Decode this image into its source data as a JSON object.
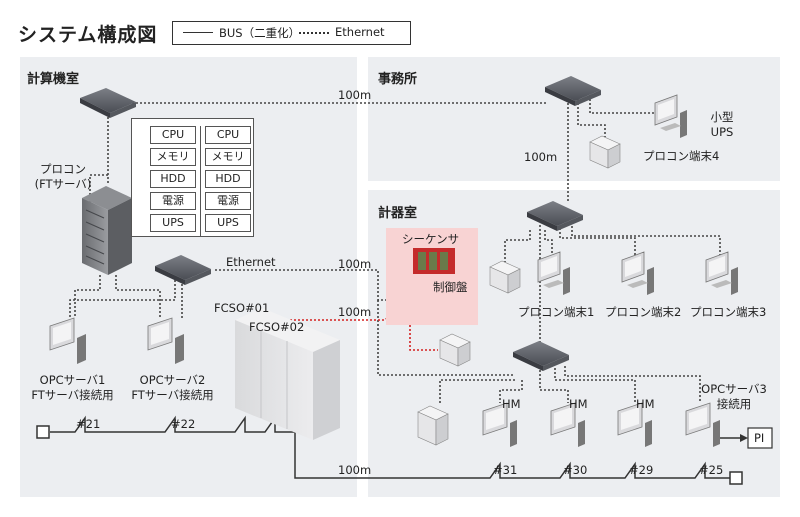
{
  "title": "システム構成図",
  "legend": {
    "bus": "BUS（二重化）",
    "ethernet": "Ethernet"
  },
  "rooms": {
    "computer": "計算機室",
    "office": "事務所",
    "instrument": "計器室"
  },
  "components": {
    "left": [
      "CPU",
      "メモリ",
      "HDD",
      "電源",
      "UPS"
    ],
    "right": [
      "CPU",
      "メモリ",
      "HDD",
      "電源",
      "UPS"
    ]
  },
  "labels": {
    "procon_line1": "プロコン",
    "procon_line2": "(FTサーバ)",
    "ethernet": "Ethernet",
    "link_100m_top": "100m",
    "link_100m_office": "100m",
    "link_100m_eth": "100m",
    "link_100m_seq": "100m",
    "link_100m_bus": "100m",
    "fcso01": "FCSO#01",
    "fcso02": "FCSO#02",
    "sequencer": "シーケンサ",
    "control_panel": "制御盤",
    "small_ups_1": "小型",
    "small_ups_2": "UPS",
    "terminal4": "プロコン端末4",
    "terminal1": "プロコン端末1",
    "terminal2": "プロコン端末2",
    "terminal3": "プロコン端末3",
    "opc1_line1": "OPCサーバ1",
    "opc1_line2": "FTサーバ接続用",
    "opc2_line1": "OPCサーバ2",
    "opc2_line2": "FTサーバ接続用",
    "opc3_line1": "OPCサーバ3",
    "opc3_line2": "接続用",
    "hm1": "HM",
    "hm2": "HM",
    "hm3": "HM",
    "pi": "PI"
  },
  "bus_nodes": [
    "#21",
    "#22",
    "#31",
    "#30",
    "#29",
    "#25"
  ]
}
